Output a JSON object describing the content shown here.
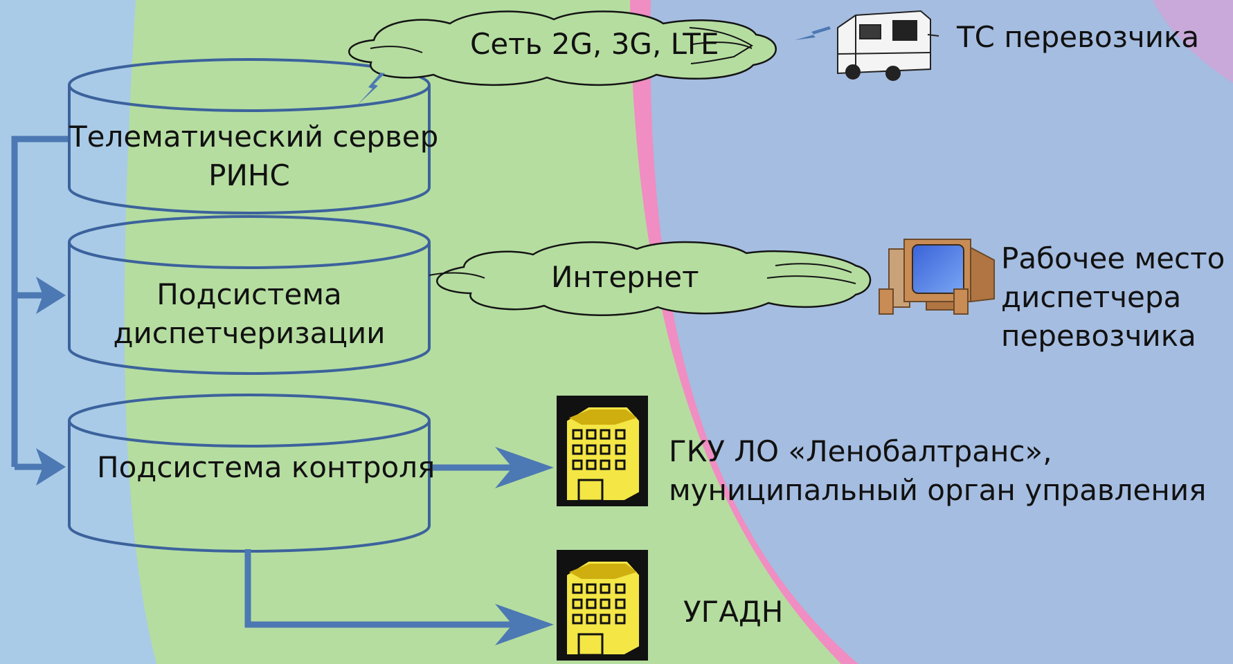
{
  "colors": {
    "background_left": "#a9cbe7",
    "green_zone": "#b5dda0",
    "pink_zone": "#f08dc2",
    "blue_zone": "#a5bde0",
    "connector": "#4c78b3",
    "cylinder_outline": "#3c629c",
    "building_yellow": "#f4e645",
    "building_black": "#111111"
  },
  "databases": {
    "telematics": {
      "line1": "Телематический сервер",
      "line2": "РИНС"
    },
    "dispatch": {
      "line1": "Подсистема",
      "line2": "диспетчеризации"
    },
    "control": {
      "line1": "Подсистема контроля"
    }
  },
  "networks": {
    "mobile": "Сеть 2G, 3G, LTE",
    "internet": "Интернет"
  },
  "endpoints": {
    "vehicle": {
      "label": "ТС перевозчика",
      "icon": "ambulance-icon"
    },
    "workstation": {
      "line1": "Рабочее место",
      "line2": "диспетчера",
      "line3": "перевозчика",
      "icon": "computer-icon"
    },
    "authority": {
      "line1": "ГКУ ЛО «Ленобалтранс»,",
      "line2": "муниципальный орган управления",
      "icon": "building-icon"
    },
    "ugadn": {
      "label": "УГАДН",
      "icon": "building-icon"
    }
  }
}
